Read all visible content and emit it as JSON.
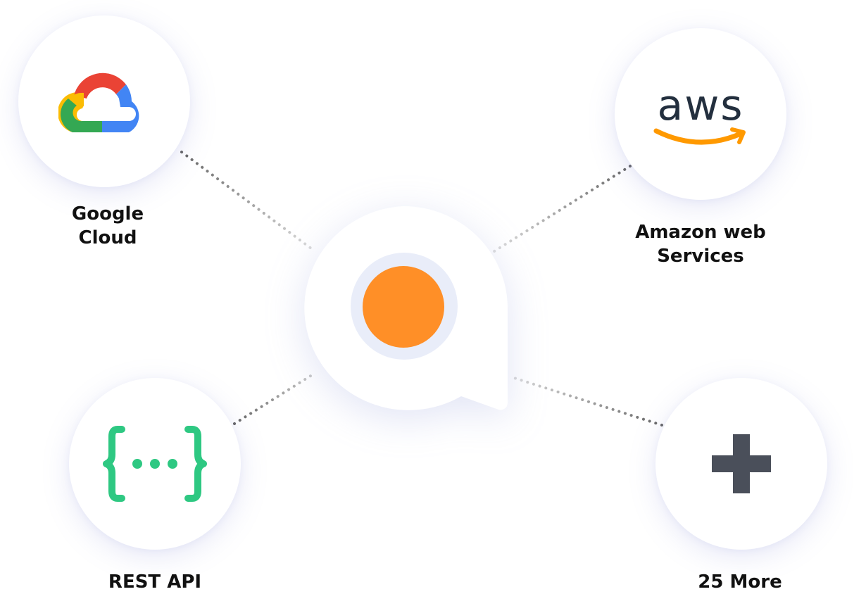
{
  "nodes": [
    {
      "id": "google",
      "label": "Google\nCloud",
      "icon": "google-cloud-logo"
    },
    {
      "id": "aws",
      "label": "Amazon web\nServices",
      "logo_text": "aws",
      "icon": "aws-logo"
    },
    {
      "id": "rest",
      "label": "REST API",
      "icon": "curly-braces-icon"
    },
    {
      "id": "more",
      "label": "25 More",
      "icon": "plus-icon"
    }
  ],
  "hub": {
    "icon": "brand-bubble-logo"
  },
  "colors": {
    "hub_orange": "#ff8f27",
    "hub_ring": "#e9edf9",
    "rest_green": "#2ec882",
    "plus_gray": "#4a4f5a",
    "aws_text": "#232f3e",
    "aws_orange": "#ff9900",
    "google_red": "#ea4335",
    "google_blue": "#4285f4",
    "google_yellow": "#fbbc04",
    "google_green": "#34a853"
  }
}
